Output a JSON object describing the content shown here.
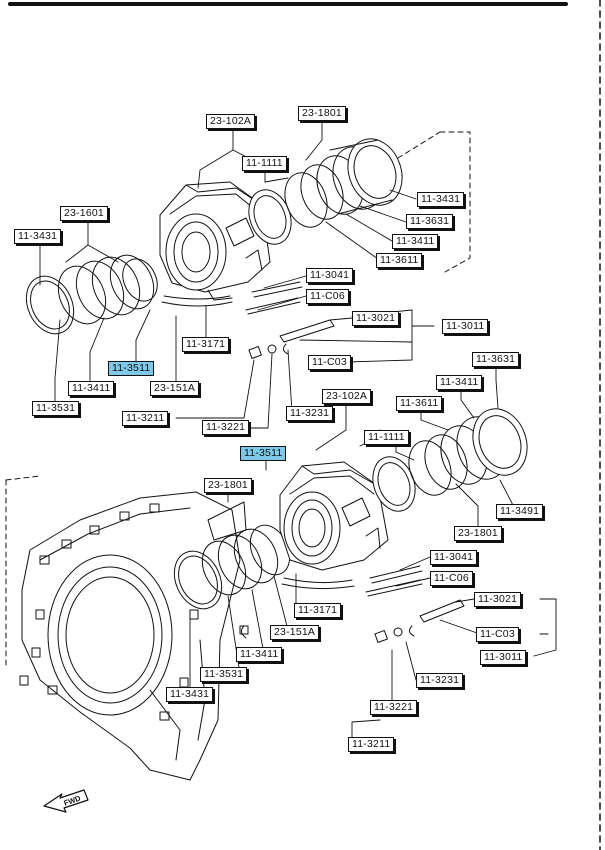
{
  "colors": {
    "ink": "#111111",
    "highlight": "#7ec8e8",
    "paper": "#ffffff"
  },
  "icons": {
    "direction_arrow": "front-direction-arrow-icon"
  },
  "fwd_label": "FWD",
  "callouts": {
    "c1": "23-102A",
    "c2": "23-1801",
    "c3": "11-1111",
    "c4": "11-3431",
    "c5": "11-3631",
    "c6": "11-3411",
    "c7": "11-3611",
    "c8": "23-1601",
    "c9": "11-3431",
    "c10": "11-3041",
    "c11": "11-C06",
    "c12": "11-3021",
    "c13": "11-3011",
    "c14": "11-C03",
    "c15": "11-3171",
    "c16": "11-3511",
    "c17": "11-3411",
    "c18": "23-151A",
    "c19": "11-3531",
    "c20": "11-3211",
    "c21": "11-3221",
    "c22": "11-3231",
    "c23": "11-3631",
    "c24": "11-3411",
    "c25": "23-102A",
    "c26": "11-3611",
    "c27": "11-1111",
    "c28": "11-3511",
    "c29": "23-1801",
    "c30": "11-3491",
    "c31": "23-1801",
    "c32": "11-3041",
    "c33": "11-C06",
    "c34": "11-3021",
    "c35": "11-C03",
    "c36": "11-3011",
    "c37": "11-3171",
    "c38": "23-151A",
    "c39": "11-3411",
    "c40": "11-3531",
    "c41": "11-3431",
    "c42": "11-3231",
    "c43": "11-3221",
    "c44": "11-3211"
  }
}
